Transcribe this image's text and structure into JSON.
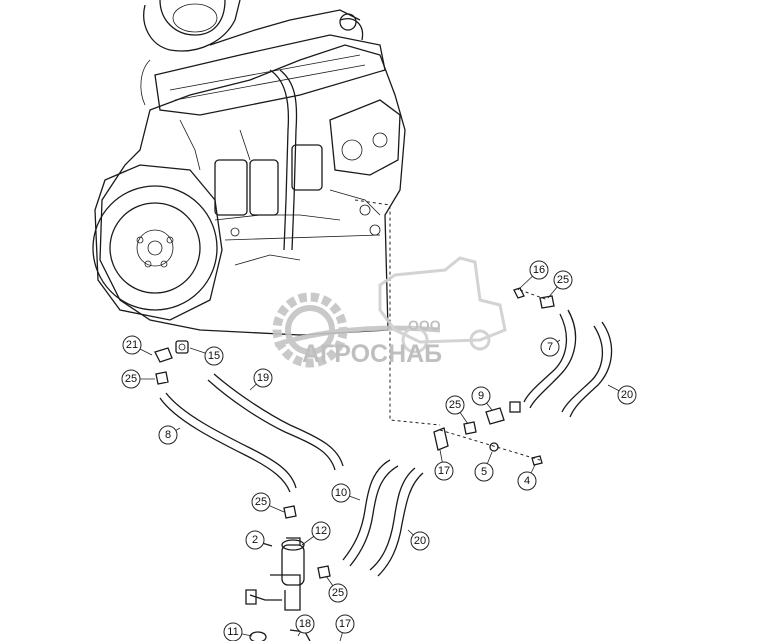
{
  "watermark": {
    "small_text": "ООО",
    "brand_text": "АГРОСНАБ",
    "color": "#b9b9b9"
  },
  "callouts": [
    {
      "label": "21"
    },
    {
      "label": "15"
    },
    {
      "label": "25"
    },
    {
      "label": "19"
    },
    {
      "label": "8"
    },
    {
      "label": "16"
    },
    {
      "label": "25"
    },
    {
      "label": "7"
    },
    {
      "label": "20"
    },
    {
      "label": "9"
    },
    {
      "label": "25"
    },
    {
      "label": "17"
    },
    {
      "label": "5"
    },
    {
      "label": "4"
    },
    {
      "label": "10"
    },
    {
      "label": "20"
    },
    {
      "label": "25"
    },
    {
      "label": "12"
    },
    {
      "label": "2"
    },
    {
      "label": "25"
    },
    {
      "label": "11"
    },
    {
      "label": "18"
    },
    {
      "label": "17"
    }
  ]
}
